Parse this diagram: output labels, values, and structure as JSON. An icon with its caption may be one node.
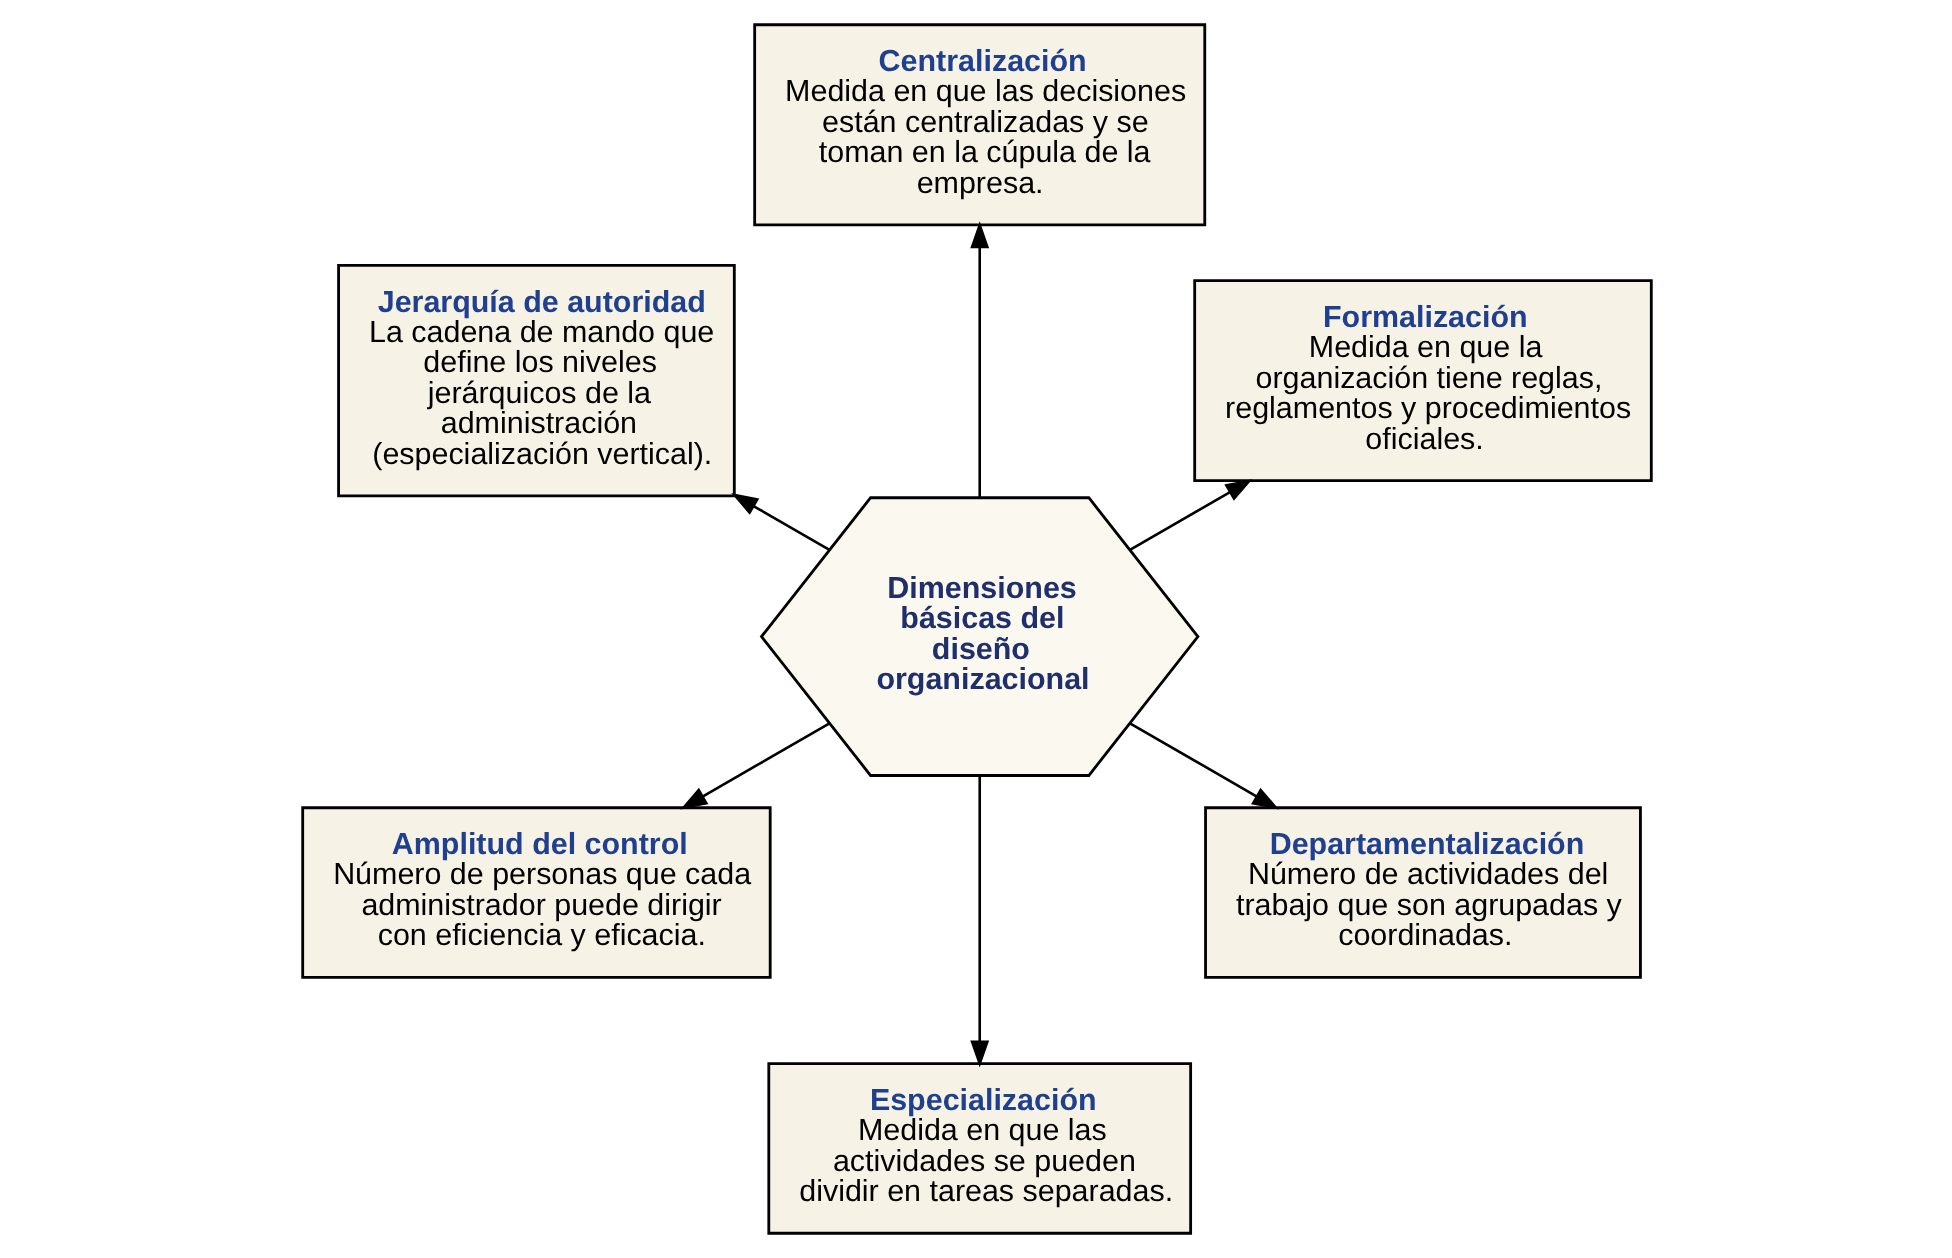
{
  "diagram": {
    "nodes": [
      {
        "text": [
          "Dimensiones básicas del diseño organizacional"
        ]
      },
      {
        "text": [
          "Formalización",
          "Medida en que la organización tiene reglas, reglamentos y procedimientos oficiales."
        ]
      },
      {
        "text": [
          "Centralización",
          "Medida en que las decisiones están centralizadas y se toman en la cúpula de la empresa."
        ]
      },
      {
        "text": [
          "Jerarquía de autoridad",
          "La cadena de mando que define los niveles jerárquicos de la administración (especialización vertical)."
        ]
      },
      {
        "text": [
          "Amplitud del control",
          "Número de personas que cada administrador puede dirigir con eficiencia y eficacia."
        ]
      },
      {
        "text": [
          "Especialización",
          "Medida en que las actividades se pueden dividir en tareas separadas."
        ]
      },
      {
        "text": [
          "Departamentalización",
          "Número de actividades del trabajo que son agrupadas y coordinadas."
        ]
      }
    ],
    "edges": [
      {
        "from": 0,
        "to": 1,
        "arrow": "to"
      },
      {
        "from": 0,
        "to": 2,
        "arrow": "to"
      },
      {
        "from": 0,
        "to": 3,
        "arrow": "to"
      },
      {
        "from": 0,
        "to": 4,
        "arrow": "to"
      },
      {
        "from": 0,
        "to": 5,
        "arrow": "to"
      },
      {
        "from": 0,
        "to": 6,
        "arrow": "to"
      }
    ]
  }
}
